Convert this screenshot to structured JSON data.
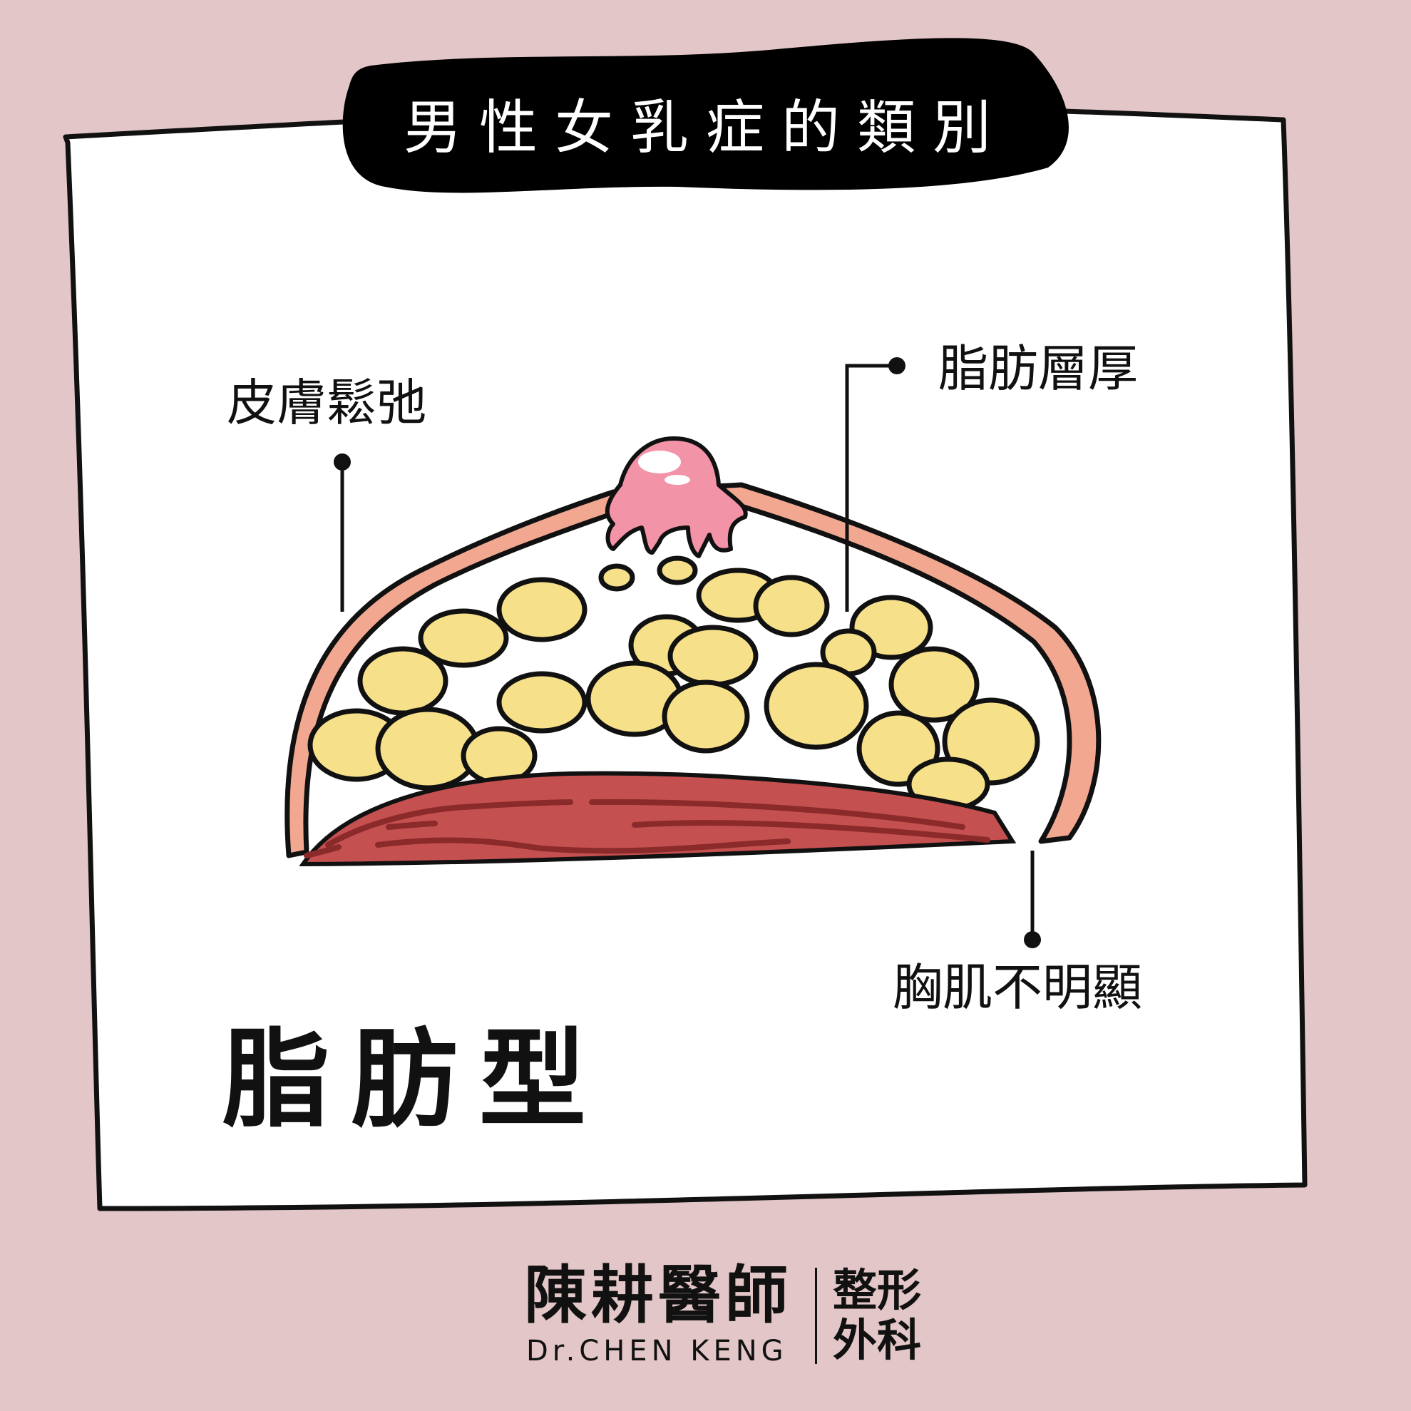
{
  "header": {
    "title": "男性女乳症的類別"
  },
  "illustration": {
    "subject": "fatty-type-gynecomastia-cross-section",
    "colors": {
      "background": "#E3C6C7",
      "card": "#FFFFFF",
      "outline": "#111111",
      "skin": "#F2A890",
      "fat": "#F7E08A",
      "muscle": "#C55050",
      "muscle_line": "#8A2A2A",
      "nipple": "#F393A8"
    }
  },
  "labels": {
    "skin": "皮膚鬆弛",
    "fat": "脂肪層厚",
    "muscle": "胸肌不明顯"
  },
  "type_title": "脂肪型",
  "logo": {
    "name": "陳耕醫師",
    "english": "Dr.CHEN KENG",
    "dept_line1": "整形",
    "dept_line2": "外科"
  }
}
